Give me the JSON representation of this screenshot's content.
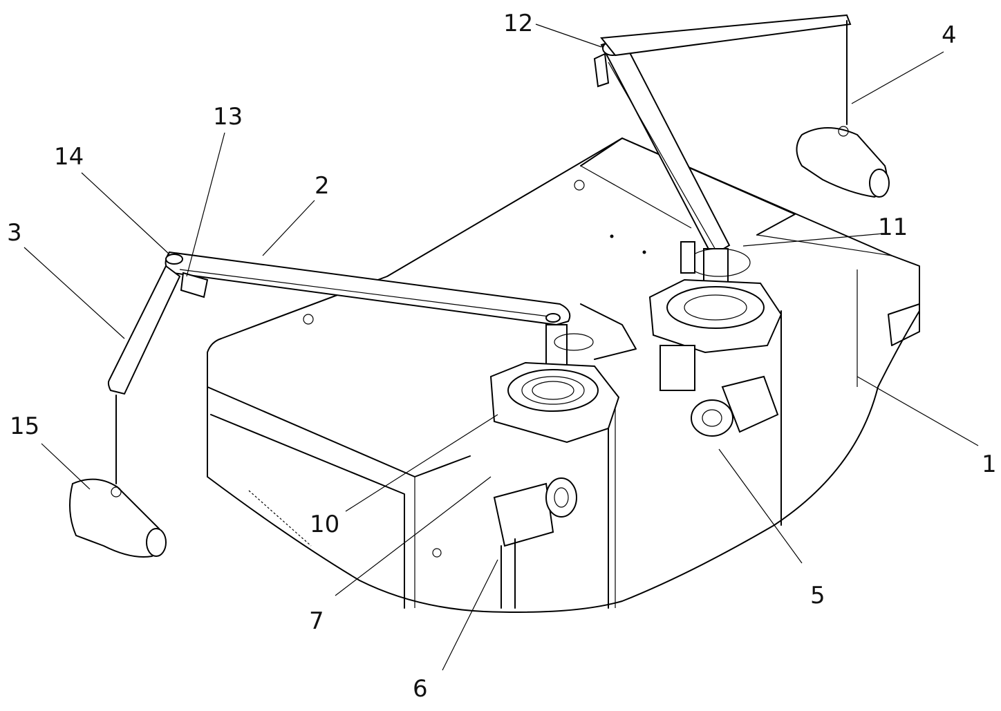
{
  "figure": {
    "labels": [
      {
        "id": "label-1",
        "text": "1"
      },
      {
        "id": "label-2",
        "text": "2"
      },
      {
        "id": "label-3",
        "text": "3"
      },
      {
        "id": "label-4",
        "text": "4"
      },
      {
        "id": "label-5",
        "text": "5"
      },
      {
        "id": "label-6",
        "text": "6"
      },
      {
        "id": "label-7",
        "text": "7"
      },
      {
        "id": "label-10",
        "text": "10"
      },
      {
        "id": "label-11",
        "text": "11"
      },
      {
        "id": "label-12",
        "text": "12"
      },
      {
        "id": "label-13",
        "text": "13"
      },
      {
        "id": "label-14",
        "text": "14"
      },
      {
        "id": "label-15",
        "text": "15"
      }
    ]
  }
}
